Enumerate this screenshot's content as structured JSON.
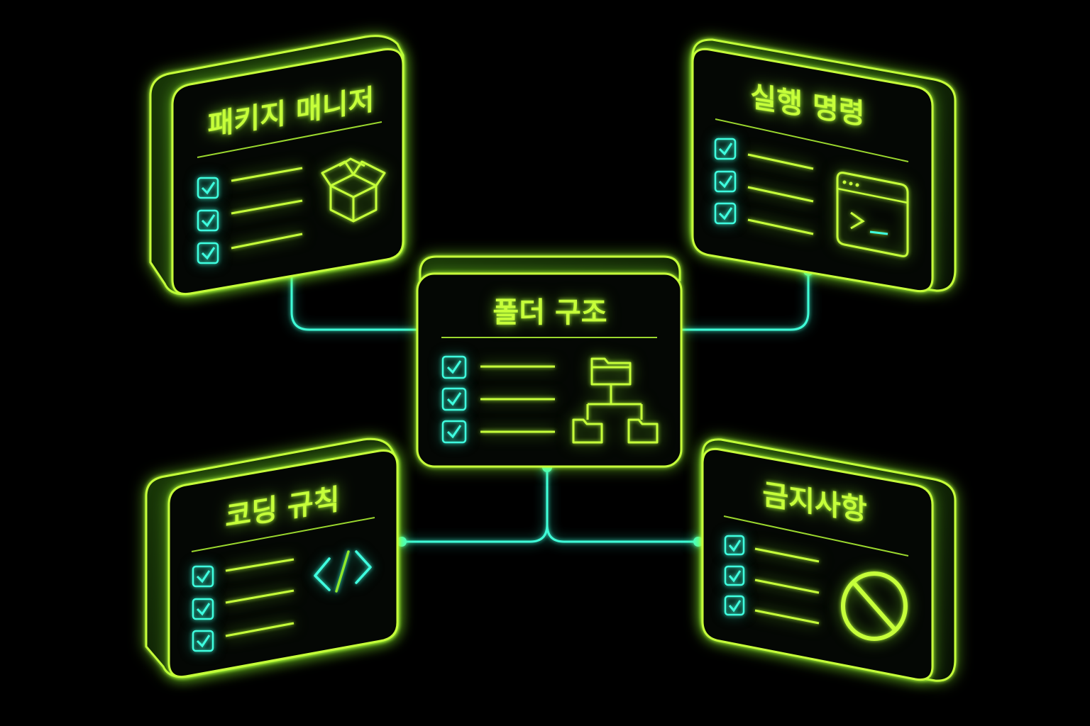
{
  "colors": {
    "background": "#000000",
    "card_outline": "#c6ff3a",
    "card_edge": "#8fe82a",
    "card_fill": "#050805",
    "card_side": "#0a1406",
    "title": "#c6ff3a",
    "checkbox": "#3fffe0",
    "connector": "#3fffd8",
    "divider": "#9ad62e"
  },
  "nodes": {
    "package_manager": {
      "title": "패키지 매니저",
      "icon": "open-box-icon",
      "items": 3
    },
    "run_commands": {
      "title": "실행 명령",
      "icon": "terminal-window-icon",
      "items": 3
    },
    "folder_structure": {
      "title": "폴더 구조",
      "icon": "folder-tree-icon",
      "items": 3
    },
    "coding_rules": {
      "title": "코딩 규칙",
      "icon": "code-brackets-icon",
      "items": 3
    },
    "prohibitions": {
      "title": "금지사항",
      "icon": "prohibited-icon",
      "items": 3
    }
  },
  "edges": [
    {
      "from": "folder_structure",
      "to": "package_manager"
    },
    {
      "from": "folder_structure",
      "to": "run_commands"
    },
    {
      "from": "folder_structure",
      "to": "coding_rules"
    },
    {
      "from": "folder_structure",
      "to": "prohibitions"
    }
  ]
}
